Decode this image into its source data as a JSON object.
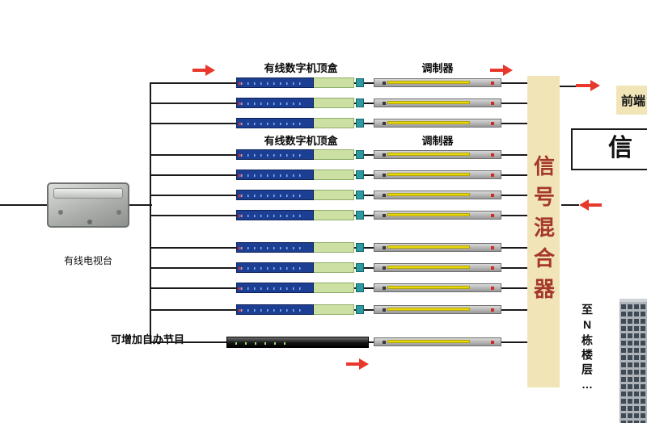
{
  "title_labels": {
    "group1_stb": "有线数字机顶盒",
    "group1_mod": "调制器",
    "group2_stb": "有线数字机顶盒",
    "group2_mod": "调制器"
  },
  "source_device": {
    "label": "有线电视台"
  },
  "self_program": {
    "label": "可增加自办节目"
  },
  "mixer": {
    "label": "信号混合器"
  },
  "front_end": {
    "label": "前端"
  },
  "signal_box": {
    "label": "信"
  },
  "to_floors": {
    "label": "至N栋楼层…"
  },
  "rows": {
    "group1_count": 3,
    "group2_count": 4,
    "group3_count": 4,
    "self_program_count": 1
  },
  "colors": {
    "arrow_red": "#e8372b",
    "mixer_bg": "#f1e5b8",
    "mixer_text": "#a5382b",
    "stb_front_blue": "#1d3f93",
    "stb_panel_green": "#cbe0a2",
    "modulator_gray": "#b8b8b8",
    "modulator_stripe_yellow": "#e8d70e",
    "line_black": "#1a1a1a"
  }
}
